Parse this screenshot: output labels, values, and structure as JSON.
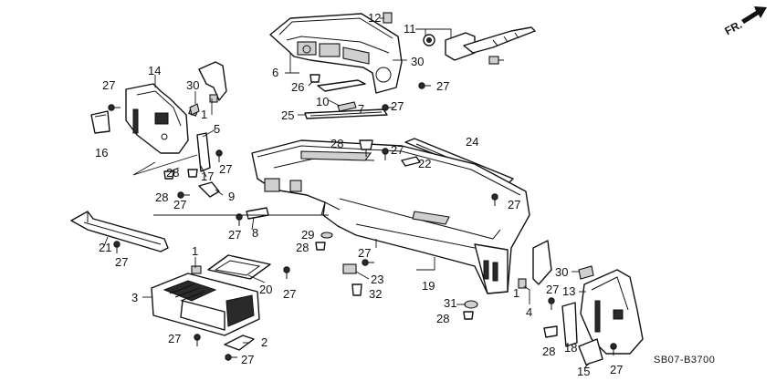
{
  "diagram": {
    "direction_label": "FR.",
    "direction_icon": "front-arrow-icon",
    "code": "SB07-B3700",
    "callouts": [
      {
        "id": "c1",
        "text": "12"
      },
      {
        "id": "c2",
        "text": "11"
      },
      {
        "id": "c3",
        "text": "30"
      },
      {
        "id": "c4",
        "text": "6"
      },
      {
        "id": "c5",
        "text": "27"
      },
      {
        "id": "c6",
        "text": "26"
      },
      {
        "id": "c7",
        "text": "10"
      },
      {
        "id": "c8",
        "text": "7"
      },
      {
        "id": "c9",
        "text": "27"
      },
      {
        "id": "c10",
        "text": "25"
      },
      {
        "id": "c11",
        "text": "24"
      },
      {
        "id": "c12",
        "text": "14"
      },
      {
        "id": "c13",
        "text": "27"
      },
      {
        "id": "c14",
        "text": "30"
      },
      {
        "id": "c15",
        "text": "1"
      },
      {
        "id": "c16",
        "text": "5"
      },
      {
        "id": "c17",
        "text": "16"
      },
      {
        "id": "c18",
        "text": "28"
      },
      {
        "id": "c19",
        "text": "27"
      },
      {
        "id": "c20",
        "text": "22"
      },
      {
        "id": "c21",
        "text": "28"
      },
      {
        "id": "c22",
        "text": "17"
      },
      {
        "id": "c23",
        "text": "27"
      },
      {
        "id": "c24",
        "text": "28"
      },
      {
        "id": "c25",
        "text": "27"
      },
      {
        "id": "c26",
        "text": "9"
      },
      {
        "id": "c27",
        "text": "27"
      },
      {
        "id": "c28",
        "text": "27"
      },
      {
        "id": "c29",
        "text": "8"
      },
      {
        "id": "c30",
        "text": "29"
      },
      {
        "id": "c31",
        "text": "28"
      },
      {
        "id": "c32",
        "text": "21"
      },
      {
        "id": "c33",
        "text": "27"
      },
      {
        "id": "c34",
        "text": "1"
      },
      {
        "id": "c35",
        "text": "27"
      },
      {
        "id": "c36",
        "text": "19"
      },
      {
        "id": "c37",
        "text": "23"
      },
      {
        "id": "c38",
        "text": "20"
      },
      {
        "id": "c39",
        "text": "27"
      },
      {
        "id": "c40",
        "text": "32"
      },
      {
        "id": "c41",
        "text": "3"
      },
      {
        "id": "c42",
        "text": "31"
      },
      {
        "id": "c43",
        "text": "28"
      },
      {
        "id": "c44",
        "text": "30"
      },
      {
        "id": "c45",
        "text": "13"
      },
      {
        "id": "c46",
        "text": "27"
      },
      {
        "id": "c47",
        "text": "1"
      },
      {
        "id": "c48",
        "text": "4"
      },
      {
        "id": "c49",
        "text": "27"
      },
      {
        "id": "c50",
        "text": "2"
      },
      {
        "id": "c51",
        "text": "27"
      },
      {
        "id": "c52",
        "text": "28"
      },
      {
        "id": "c53",
        "text": "18"
      },
      {
        "id": "c54",
        "text": "15"
      },
      {
        "id": "c55",
        "text": "27"
      }
    ]
  }
}
